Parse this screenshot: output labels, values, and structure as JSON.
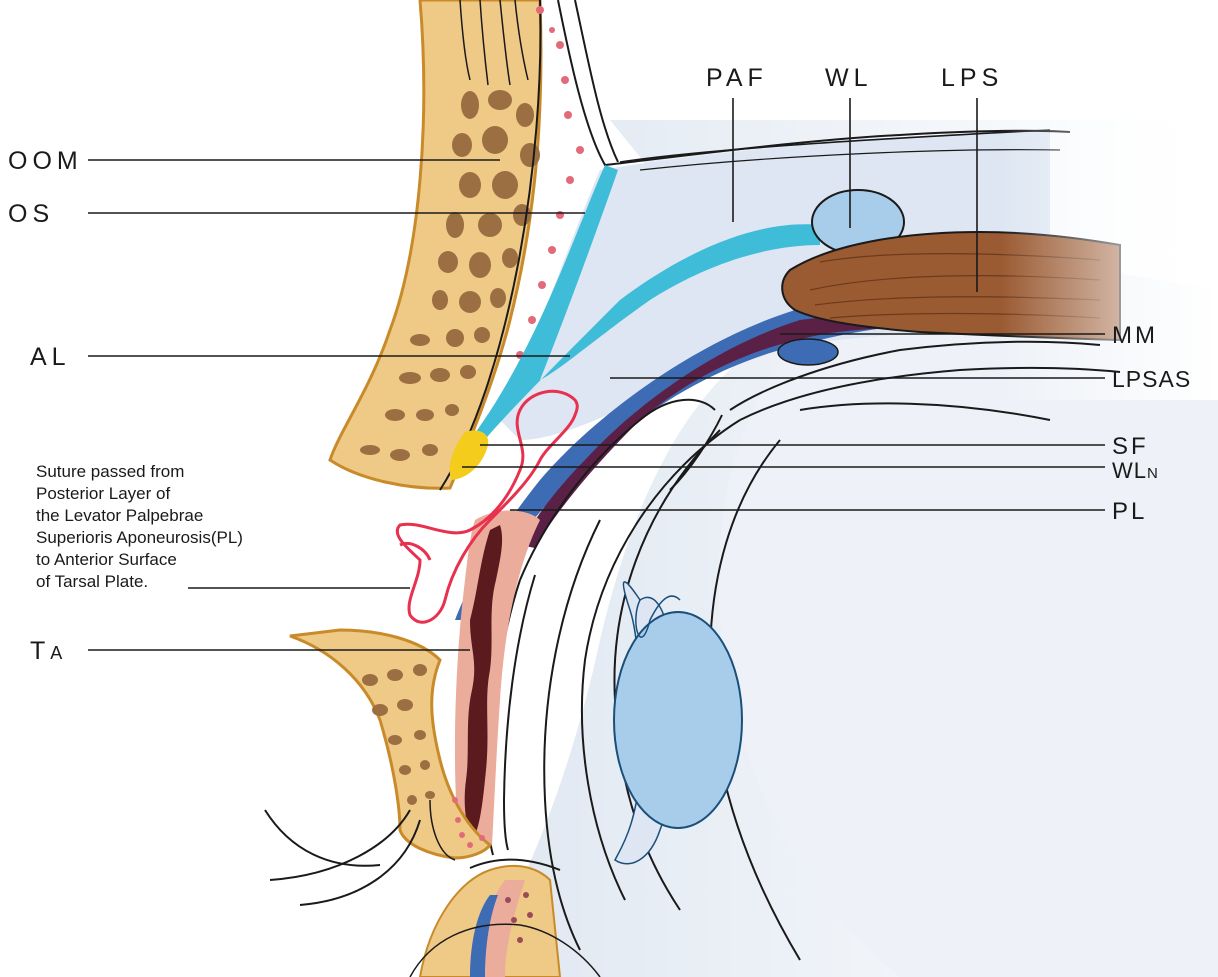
{
  "labels": {
    "oom": "OOM",
    "os": "OS",
    "al": "AL",
    "ta_main": "T",
    "ta_small": "A",
    "paf": "PAF",
    "wl": "WL",
    "lps": "LPS",
    "mm": "MM",
    "lpsas": "LPSAS",
    "sf": "SF",
    "wln_main": "WL",
    "wln_small": "N",
    "pl": "PL"
  },
  "note_lines": [
    "Suture passed from",
    "Posterior Layer of",
    "the Levator Palpebrae",
    "Superioris Aponeurosis(PL)",
    "to Anterior Surface",
    "of Tarsal Plate."
  ],
  "colors": {
    "skin": "#efc986",
    "skin_edge": "#c98a2a",
    "muscle_spot": "#9b6f42",
    "septum": "#3fbcd8",
    "fat": "#dde6f2",
    "aponeurosis": "#3d6bb4",
    "muller": "#5a2046",
    "levator": "#9a5a32",
    "tarsus": "#ecac9c",
    "tarsus_gland": "#5a1a1e",
    "suture": "#e8304f",
    "lens": "#a8cdea",
    "sf_yellow": "#f4cc1c",
    "globe": "#eaf0f7"
  }
}
